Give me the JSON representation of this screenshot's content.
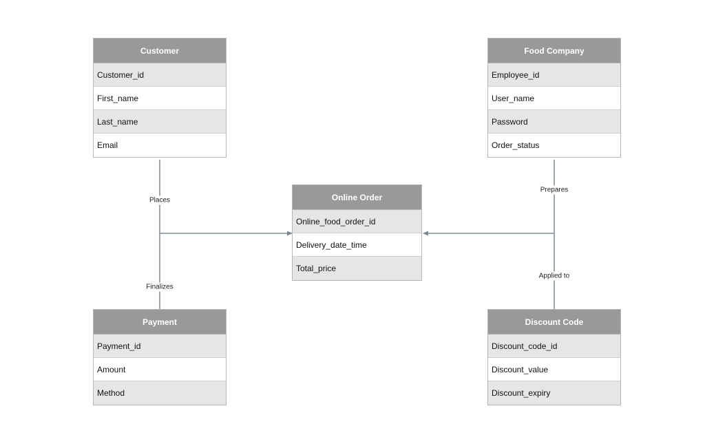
{
  "entities": {
    "customer": {
      "title": "Customer",
      "attributes": [
        "Customer_id",
        "First_name",
        "Last_name",
        "Email"
      ]
    },
    "food_company": {
      "title": "Food Company",
      "attributes": [
        "Employee_id",
        "User_name",
        "Password",
        "Order_status"
      ]
    },
    "online_order": {
      "title": "Online Order",
      "attributes": [
        "Online_food_order_id",
        "Delivery_date_time",
        "Total_price"
      ]
    },
    "payment": {
      "title": "Payment",
      "attributes": [
        "Payment_id",
        "Amount",
        "Method"
      ]
    },
    "discount_code": {
      "title": "Discount Code",
      "attributes": [
        "Discount_code_id",
        "Discount_value",
        "Discount_expiry"
      ]
    }
  },
  "relationships": {
    "places": "Places",
    "finalizes": "Finalizes",
    "prepares": "Prepares",
    "applied_to": "Applied to"
  },
  "colors": {
    "header_fill": "#999999",
    "header_text": "#ffffff",
    "shaded_row": "#e6e6e6",
    "connector": "#7d8a94"
  }
}
